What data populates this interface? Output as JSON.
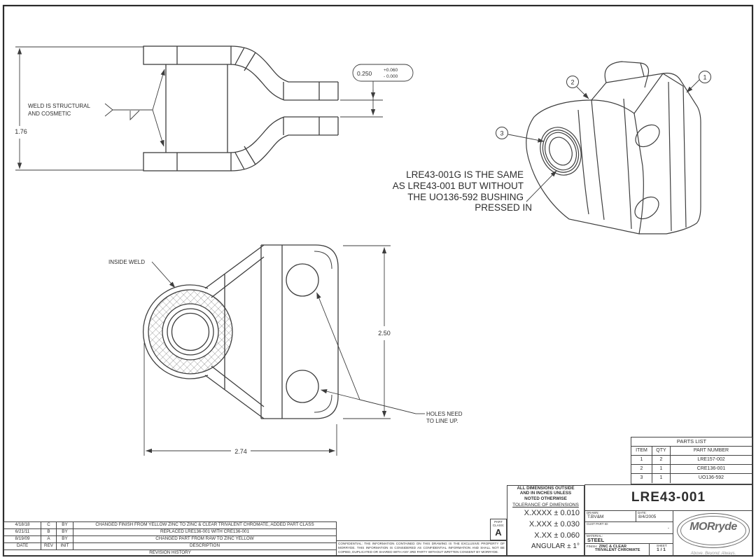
{
  "sheet_title": "LRE43-001",
  "title_block": {
    "drawn_label": "DRAWN:",
    "drawn": "T.BV&M",
    "date_label": "DATE:",
    "date": "8/4/2005",
    "cust_label": "CUST PART ID:",
    "cust_value": "-",
    "material_label": "MATERIAL:",
    "material": "STEEL",
    "finish_label": "FINISH:",
    "finish_line1": "ZINC & CLEAR",
    "finish_line2": "TRIVALENT CHROMATE",
    "sheet_label": "SHEET:",
    "sheet_value": "1 / 1",
    "logo_text": "MORryde",
    "logo_tagline": "Above. Beyond. Always."
  },
  "tolerance_block": {
    "note_line1": "ALL DIMENSIONS OUTSIDE",
    "note_line2": "AND IN INCHES UNLESS",
    "note_line3": "NOTED OTHERWISE",
    "heading": "TOLERANCE OF DIMENSIONS",
    "row1": "X.XXXX ± 0.010",
    "row2": "X.XXX ± 0.030",
    "row3": "X.XX ± 0.060",
    "row4": "ANGULAR ± 1°",
    "part_class_label": "PART CLASS:",
    "part_class_value": "A"
  },
  "parts_list": {
    "title": "PARTS LIST",
    "col_item": "ITEM",
    "col_qty": "QTY",
    "col_part": "PART NUMBER",
    "rows": [
      [
        "1",
        "2",
        "LRE157-002"
      ],
      [
        "2",
        "1",
        "CRE136-001"
      ],
      [
        "3",
        "1",
        "UO136-592"
      ]
    ]
  },
  "revision_history": {
    "title": "REVISION HISTORY",
    "col_date": "DATE",
    "col_rev": "REV",
    "col_init": "INIT",
    "col_desc": "DESCRIPTION",
    "rows": [
      [
        "4/18/18",
        "C",
        "BY",
        "CHANGED FINISH FROM YELLOW ZINC TO ZINC & CLEAR TRIVALENT CHROMATE, ADDED PART CLASS"
      ],
      [
        "6/21/11",
        "B",
        "BY",
        "REPLACED LRE136-001 WITH CRE136-001"
      ],
      [
        "8/19/09",
        "A",
        "BY",
        "CHANGED PART FROM RAW TO ZINC YELLOW"
      ]
    ]
  },
  "confidential_note": "CONFIDENTIAL: THE INFORMATION CONTAINED ON THIS DRAWING IS THE EXCLUSIVE PROPERTY OF MORRYDE. THIS INFORMATION IS CONSIDERED AS CONFIDENTIAL INFORMATION AND SHALL NOT BE COPIED, DUPLICATED OR SHARED WITH ANY 3RD PARTY WITHOUT WRITTEN CONSENT BY MORRYDE.",
  "annotations": {
    "weld_note_line1": "WELD IS STRUCTURAL",
    "weld_note_line2": "AND COSMETIC",
    "dim_height": "1.76",
    "gap_dim": "0.250",
    "gap_tol_plus": "+0.060",
    "gap_tol_minus": "- 0.000",
    "same_note_line1": "LRE43-001G IS THE SAME",
    "same_note_line2": "AS LRE43-001 BUT WITHOUT",
    "same_note_line3": "THE UO136-592 BUSHING",
    "same_note_line4": "PRESSED IN",
    "inside_weld": "INSIDE WELD",
    "dim_holes": "2.50",
    "dim_width": "2.74",
    "holes_note_line1": "HOLES NEED",
    "holes_note_line2": "TO LINE UP.",
    "balloon1": "1",
    "balloon2": "2",
    "balloon3": "3"
  },
  "colors": {
    "line": "#3d3d3d",
    "background": "#ffffff",
    "text": "#2e2e2e"
  }
}
